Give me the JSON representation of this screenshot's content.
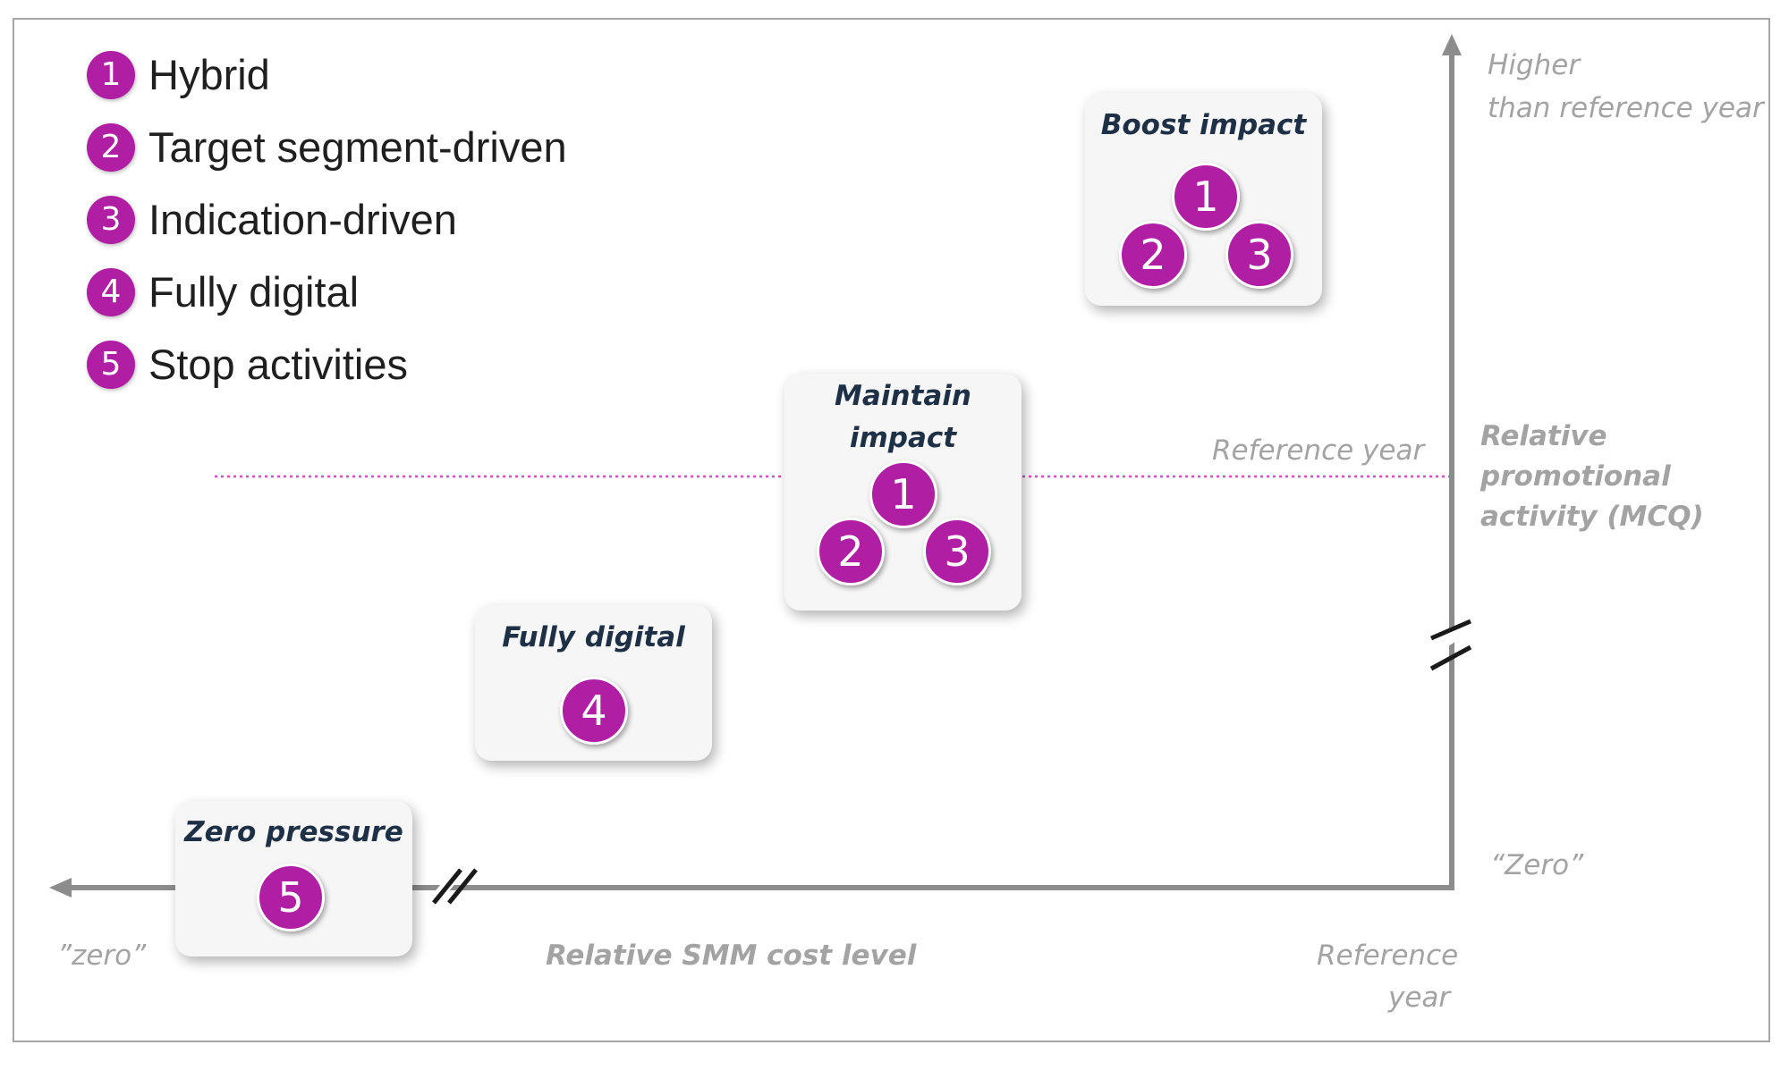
{
  "legend": [
    {
      "num": "1",
      "label": "Hybrid"
    },
    {
      "num": "2",
      "label": "Target segment-driven"
    },
    {
      "num": "3",
      "label": "Indication-driven"
    },
    {
      "num": "4",
      "label": "Fully digital"
    },
    {
      "num": "5",
      "label": "Stop activities"
    }
  ],
  "cards": {
    "boost": {
      "title": "Boost impact",
      "badges": [
        "1",
        "2",
        "3"
      ]
    },
    "maintain": {
      "title_line1": "Maintain",
      "title_line2": "impact",
      "badges": [
        "1",
        "2",
        "3"
      ]
    },
    "digital": {
      "title": "Fully digital",
      "badges": [
        "4"
      ]
    },
    "zero": {
      "title": "Zero pressure",
      "badges": [
        "5"
      ]
    }
  },
  "y_axis": {
    "top_line1": "Higher",
    "top_line2": "than reference year",
    "label_line1": "Relative",
    "label_line2": "promotional",
    "label_line3": "activity (MCQ)",
    "bottom": "“Zero”",
    "reference": "Reference year"
  },
  "x_axis": {
    "left": "”zero”",
    "label": "Relative SMM cost level",
    "reference_line1": "Reference",
    "reference_line2": "year"
  },
  "colors": {
    "badge": "#b01ea3",
    "reference_line": "#d24fc3",
    "axis": "#8c8c8c",
    "axis_text": "#a3a3a3",
    "card_title": "#1e3046"
  }
}
